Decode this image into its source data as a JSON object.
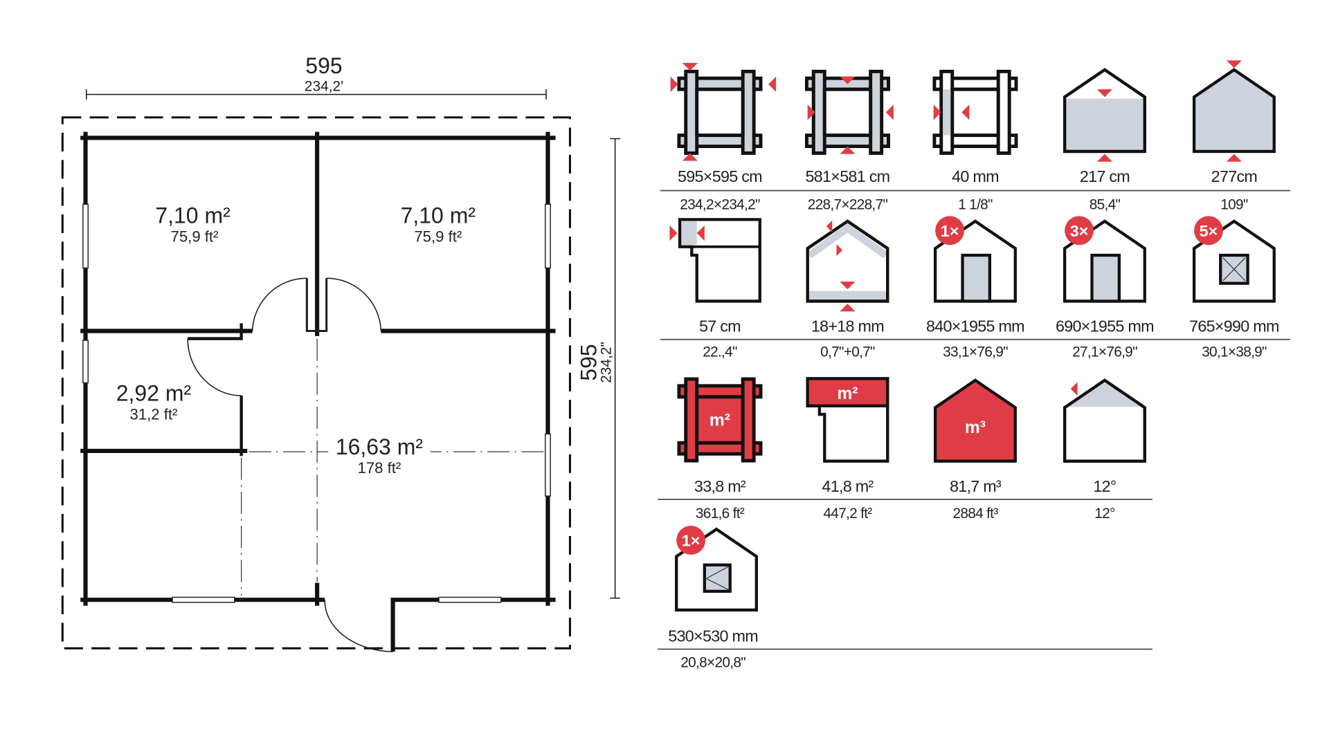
{
  "floor_plan": {
    "width_cm": "595",
    "width_in": "234,2'",
    "depth_cm": "595",
    "depth_in": "234,2\"",
    "rooms": [
      {
        "area_m2": "7,10 m²",
        "area_ft2": "75,9 ft²"
      },
      {
        "area_m2": "7,10 m²",
        "area_ft2": "75,9 ft²"
      },
      {
        "area_m2": "2,92 m²",
        "area_ft2": "31,2 ft²"
      },
      {
        "area_m2": "16,63 m²",
        "area_ft2": "178 ft²"
      }
    ]
  },
  "colors": {
    "accent": "#e03c45",
    "fill": "#cdd3dc",
    "ink": "#111111"
  },
  "specs": [
    {
      "icon": "outer-dimensions-icon",
      "value": "595×595 cm",
      "sub": "234,2×234,2\""
    },
    {
      "icon": "inner-dimensions-icon",
      "value": "581×581 cm",
      "sub": "228,7×228,7\""
    },
    {
      "icon": "wall-thickness-icon",
      "value": "40 mm",
      "sub": "1 1/8\""
    },
    {
      "icon": "wall-height-icon",
      "value": "217 cm",
      "sub": "85,4\""
    },
    {
      "icon": "ridge-height-icon",
      "value": "277cm",
      "sub": "109\""
    },
    {
      "icon": "roof-overhang-icon",
      "value": "57 cm",
      "sub": "22.,4\""
    },
    {
      "icon": "roof-floor-thickness-icon",
      "value": "18+18 mm",
      "sub": "0,7\"+0,7\""
    },
    {
      "icon": "door-icon",
      "badge": "1×",
      "value": "840×1955 mm",
      "sub": "33,1×76,9\""
    },
    {
      "icon": "door-icon",
      "badge": "3×",
      "value": "690×1955 mm",
      "sub": "27,1×76,9\""
    },
    {
      "icon": "window-icon",
      "badge": "5×",
      "value": "765×990 mm",
      "sub": "30,1×38,9\""
    },
    {
      "icon": "floor-area-icon",
      "inner": "m²",
      "value": "33,8 m²",
      "sub": "361,6 ft²"
    },
    {
      "icon": "roof-area-icon",
      "inner": "m²",
      "value": "41,8 m²",
      "sub": "447,2 ft²"
    },
    {
      "icon": "volume-icon",
      "inner": "m³",
      "value": "81,7 m³",
      "sub": "2884 ft³"
    },
    {
      "icon": "roof-angle-icon",
      "value": "12°",
      "sub": "12°"
    },
    {
      "icon": "small-window-icon",
      "badge": "1×",
      "value": "530×530 mm",
      "sub": "20,8×20,8\""
    }
  ]
}
